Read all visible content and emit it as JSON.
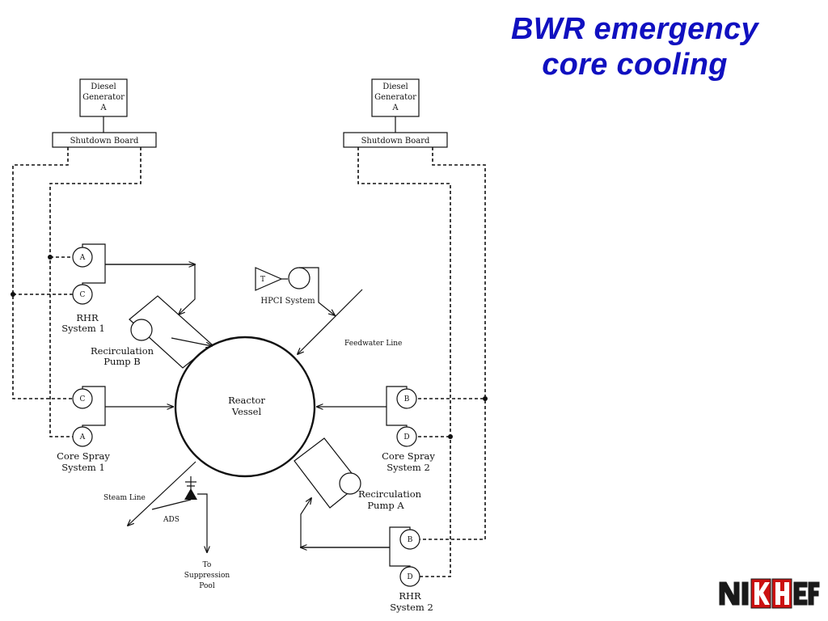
{
  "slide": {
    "title_line1": "BWR emergency",
    "title_line2": "core cooling"
  },
  "diagram": {
    "diesel_left": [
      "Diesel",
      "Generator",
      "A"
    ],
    "diesel_right": [
      "Diesel",
      "Generator",
      "A"
    ],
    "shutdown_left": "Shutdown Board",
    "shutdown_right": "Shutdown Board",
    "pump_labels": {
      "rhr1_a": "A",
      "rhr1_c": "C",
      "cs1_c": "C",
      "cs1_a": "A",
      "cs2_b": "B",
      "cs2_d": "D",
      "rhr2_b": "B",
      "rhr2_d": "D",
      "turbine": "T"
    },
    "rhr1": [
      "RHR",
      "System 1"
    ],
    "cs1": [
      "Core Spray",
      "System 1"
    ],
    "cs2": [
      "Core Spray",
      "System 2"
    ],
    "rhr2": [
      "RHR",
      "System 2"
    ],
    "recirc_b": [
      "Recirculation",
      "Pump B"
    ],
    "recirc_a": [
      "Recirculation",
      "Pump A"
    ],
    "reactor": [
      "Reactor",
      "Vessel"
    ],
    "hpci": "HPCI System",
    "feedwater": "Feedwater Line",
    "steam": "Steam Line",
    "ads": "ADS",
    "suppression": [
      "To",
      "Suppression",
      "Pool"
    ]
  },
  "logo": {
    "text": "NIKHEF",
    "colors": {
      "red": "#cc1111",
      "dark": "#1a1a1a"
    }
  }
}
